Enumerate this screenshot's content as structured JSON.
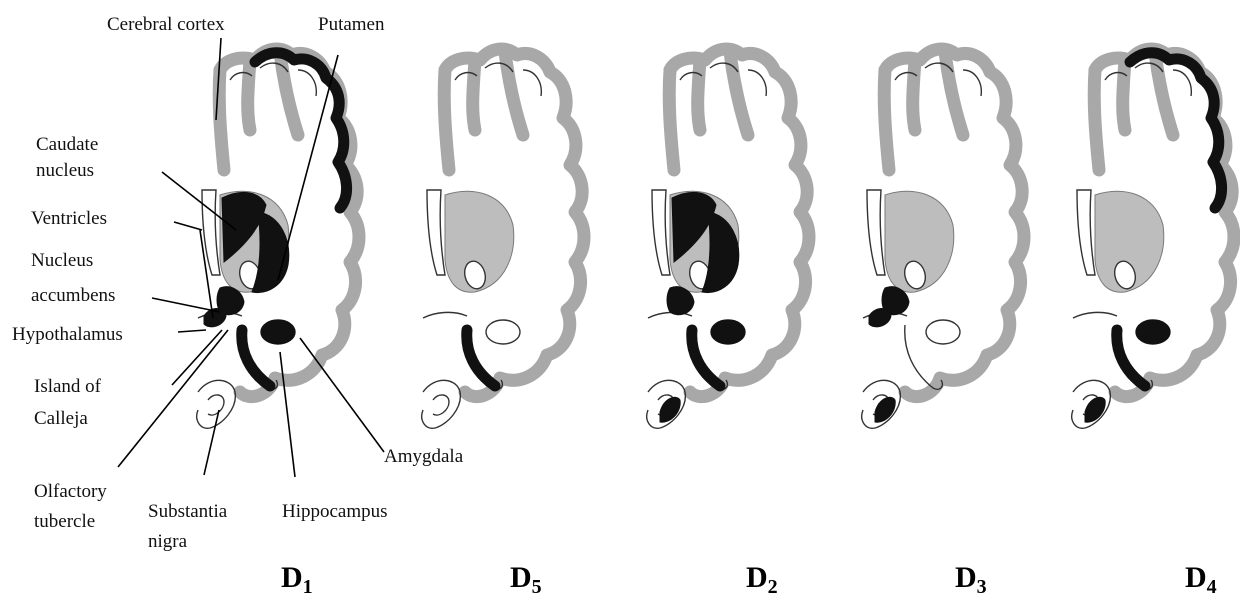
{
  "labels": {
    "cerebral_cortex": "Cerebral cortex",
    "putamen": "Putamen",
    "caudate_line1": "Caudate",
    "caudate_line2": "nucleus",
    "ventricles": "Ventricles",
    "accumbens_line1": "Nucleus",
    "accumbens_line2": "accumbens",
    "hypothalamus": "Hypothalamus",
    "calleja_line1": "Island of",
    "calleja_line2": "Calleja",
    "olfactory_line1": "Olfactory",
    "olfactory_line2": "tubercle",
    "substantia_line1": "Substantia",
    "substantia_line2": "nigra",
    "hippocampus": "Hippocampus",
    "amygdala": "Amygdala"
  },
  "panels": [
    {
      "letter": "D",
      "sub": "1"
    },
    {
      "letter": "D",
      "sub": "5"
    },
    {
      "letter": "D",
      "sub": "2"
    },
    {
      "letter": "D",
      "sub": "3"
    },
    {
      "letter": "D",
      "sub": "4"
    }
  ],
  "colors": {
    "highlight": "#111111",
    "tissue": "#bdbdbd",
    "cortex": "#a8a8a8"
  },
  "highlighted_regions": [
    [
      "caudate",
      "putamen",
      "accumbens",
      "cortex_band",
      "olfactory",
      "amygdala",
      "hippocampus"
    ],
    [
      "hippocampus"
    ],
    [
      "caudate",
      "putamen",
      "accumbens",
      "amygdala",
      "hippocampus",
      "substantia_nigra"
    ],
    [
      "accumbens",
      "olfactory",
      "substantia_nigra"
    ],
    [
      "cortex_band",
      "amygdala",
      "hippocampus",
      "substantia_nigra"
    ]
  ]
}
